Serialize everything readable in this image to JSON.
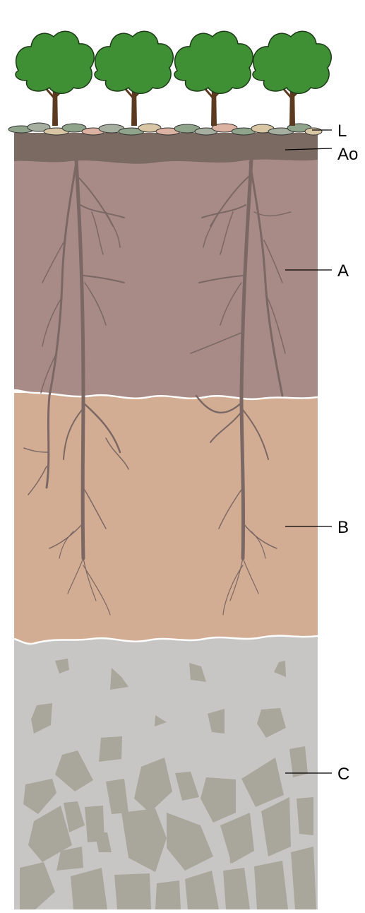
{
  "labels": {
    "litter": "L",
    "humus": "Ao",
    "topsoil": "A",
    "subsoil": "B",
    "parent_material": "C"
  },
  "colors": {
    "humus": "#7a6a62",
    "horizon_a": "#a88b87",
    "horizon_b": "#d3ad93",
    "horizon_c": "#c8c6c5",
    "rock": "#a9a79b",
    "root": "#7b6864",
    "tree_canopy": "#3f8f35",
    "tree_trunk": "#5b3a1f",
    "boundary": "#ffffff",
    "leader": "#000000"
  }
}
